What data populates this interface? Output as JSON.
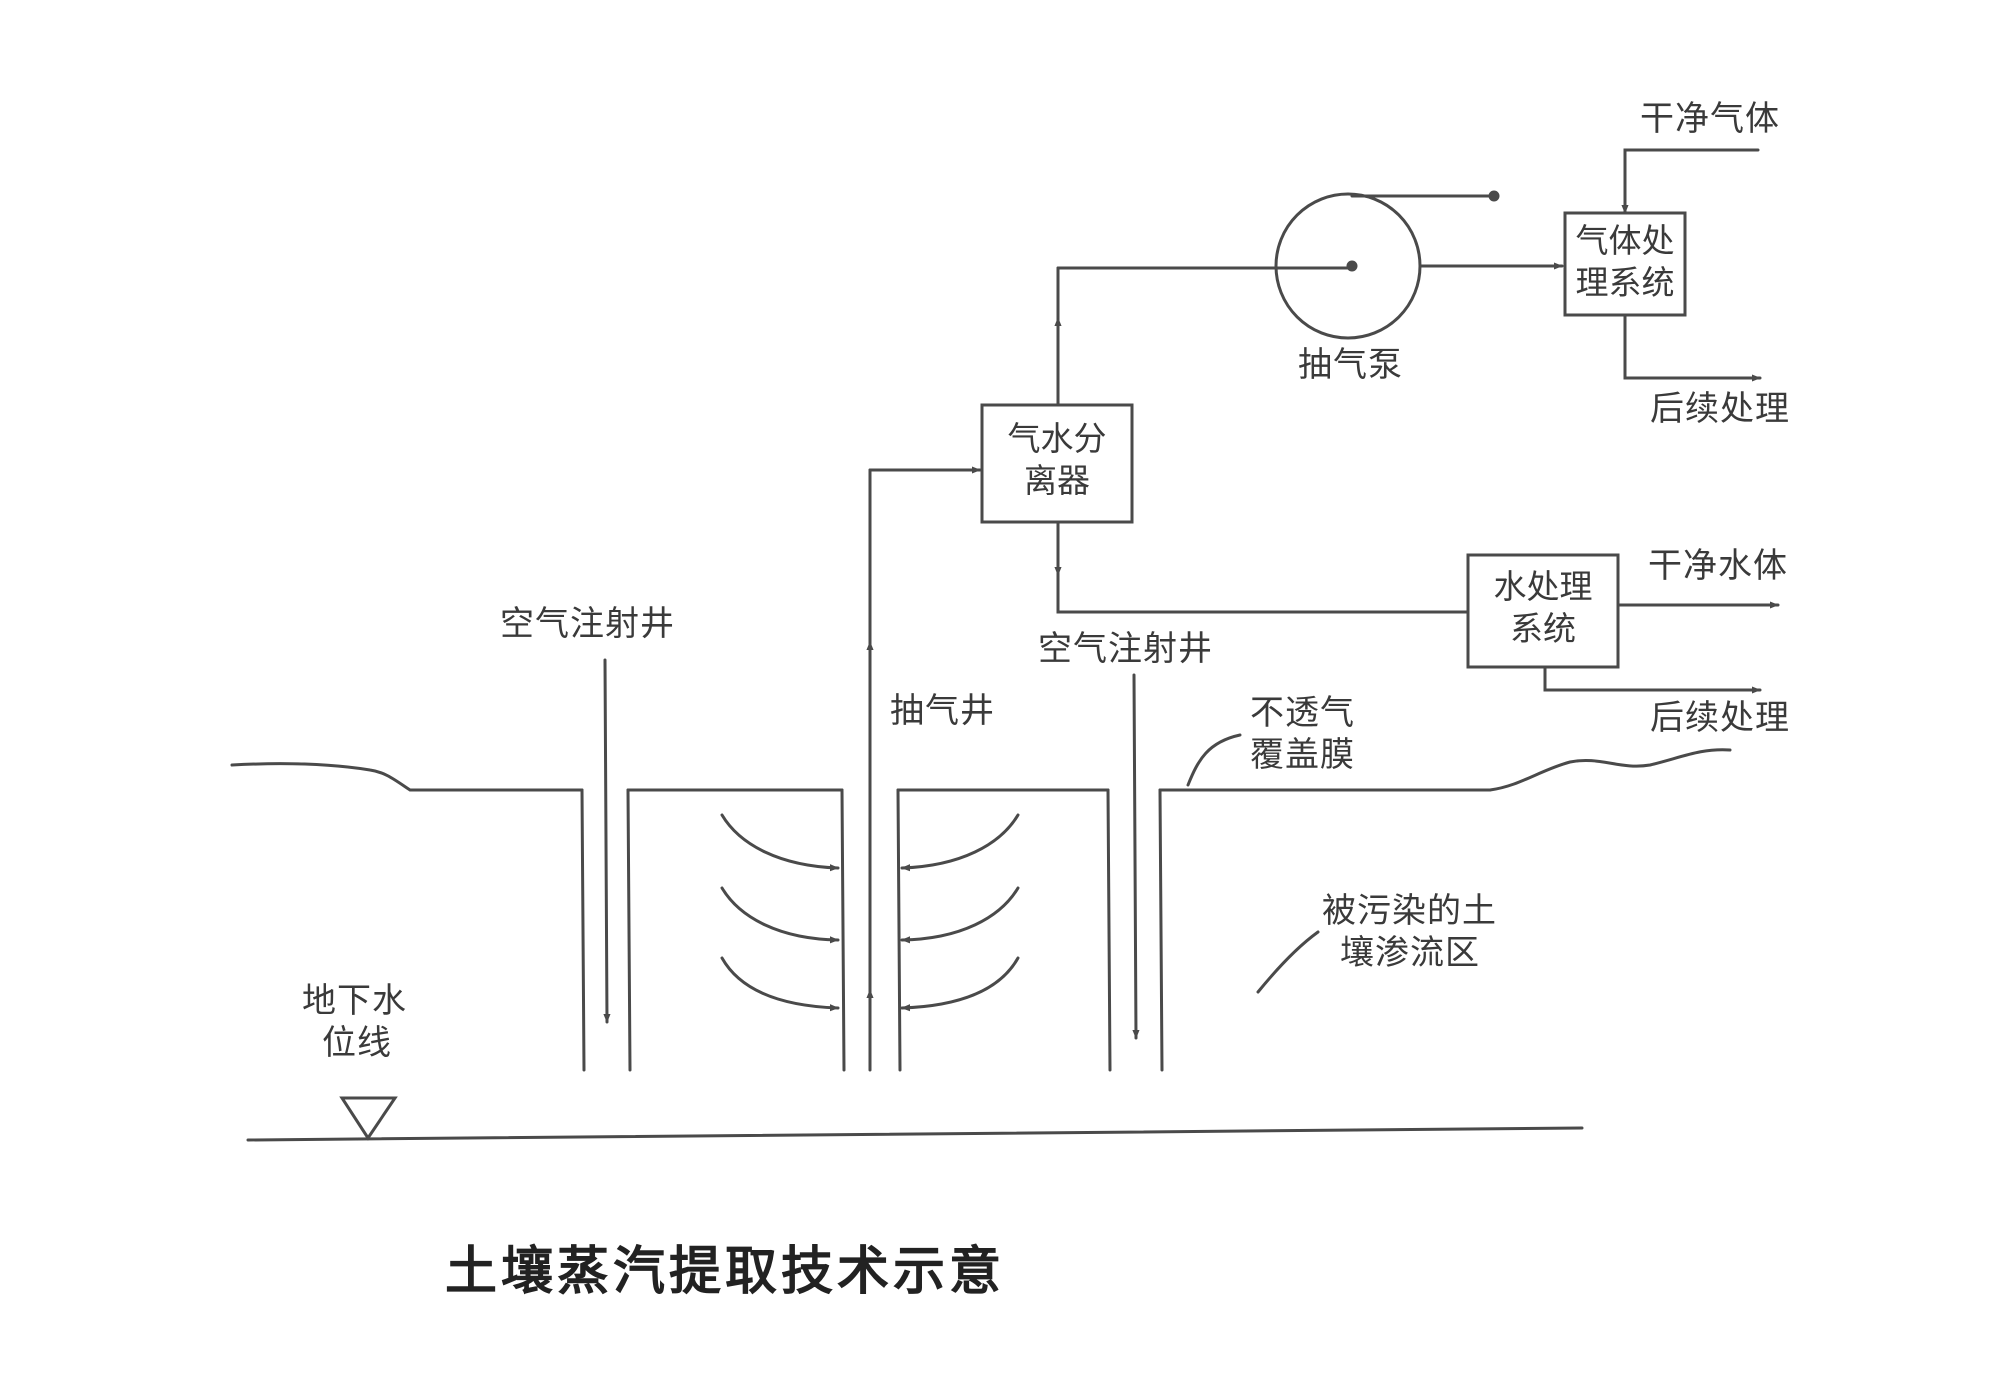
{
  "title": "土壤蒸汽提取技术示意",
  "labels": {
    "clean_gas": "干净气体",
    "gas_treatment_line1": "气体处",
    "gas_treatment_line2": "理系统",
    "post_treatment_gas": "后续处理",
    "pump": "抽气泵",
    "separator_line1": "气水分",
    "separator_line2": "离器",
    "clean_water": "干净水体",
    "water_treatment_line1": "水处理",
    "water_treatment_line2": "系统",
    "post_treatment_water": "后续处理",
    "air_injection_left": "空气注射井",
    "air_injection_right": "空气注射井",
    "extraction_well": "抽气井",
    "membrane_line1": "不透气",
    "membrane_line2": "覆盖膜",
    "contaminated_line1": "被污染的土",
    "contaminated_line2": "壤渗流区",
    "groundwater_line1": "地下水",
    "groundwater_line2": "位线"
  },
  "colors": {
    "line": "#4a4a4a",
    "text": "#3a3a3a",
    "title": "#222222"
  }
}
